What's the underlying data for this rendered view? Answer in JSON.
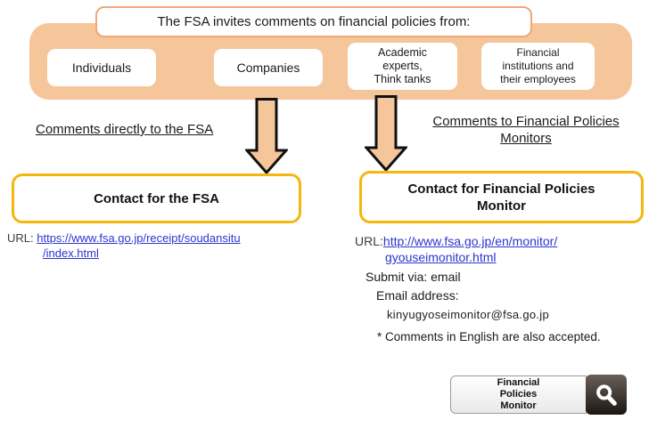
{
  "colors": {
    "peach": "#F6C69B",
    "gold_border": "#F5B60D",
    "link_blue": "#2B35CE",
    "arrow_outline": "#111111",
    "search_button_dark": "#1C1612"
  },
  "banner": {
    "title": "The FSA invites comments on financial policies from:",
    "groups": [
      {
        "label": "Individuals"
      },
      {
        "label": "Companies"
      },
      {
        "label": "Academic\nexperts,\nThink tanks"
      },
      {
        "label": "Financial\ninstitutions and\ntheir employees"
      }
    ]
  },
  "left": {
    "heading": "Comments directly to the FSA",
    "contact_title": "Contact for the FSA",
    "url_label": "URL:",
    "url_line1": "https://www.fsa.go.jp/receipt/soudansitu",
    "url_line2": "/index.html"
  },
  "right": {
    "heading": "Comments to Financial Policies\nMonitors",
    "contact_title": "Contact for Financial Policies\nMonitor",
    "url_label": "URL:",
    "url_line1": "http://www.fsa.go.jp/en/monitor/",
    "url_line2": "gyouseimonitor.html",
    "submit_via": "Submit via: email",
    "email_label": "Email address:",
    "email_address": "kinyugyoseimonitor@fsa.go.jp",
    "note": "* Comments in English are also accepted."
  },
  "search_widget": {
    "label": "Financial\nPolicies\nMonitor",
    "icon": "magnifier-icon"
  }
}
